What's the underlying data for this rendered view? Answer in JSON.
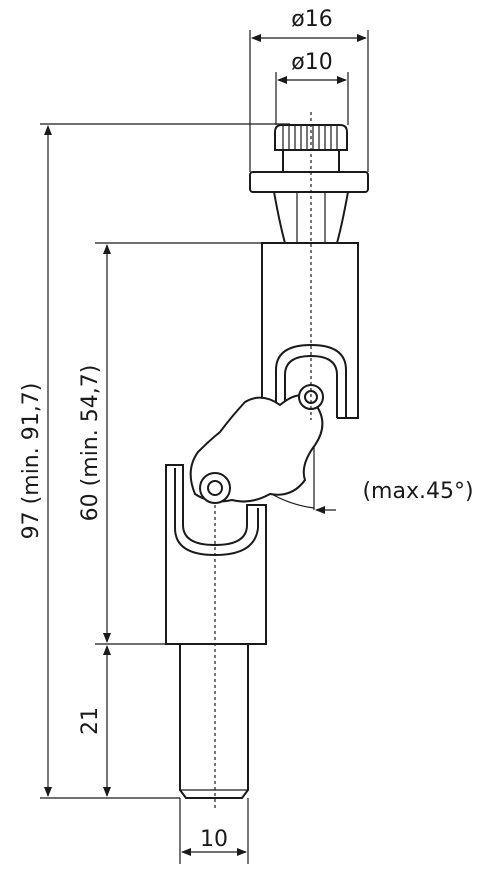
{
  "dimensions": {
    "dia_outer": "ø16",
    "dia_inner": "ø10",
    "total_length": "97 (min. 91,7)",
    "body_length": "60 (min. 54,7)",
    "shaft_length": "21",
    "shaft_width": "10",
    "max_angle": "(max.45°)"
  },
  "colors": {
    "line": "#1a1a1a",
    "background": "#ffffff"
  }
}
